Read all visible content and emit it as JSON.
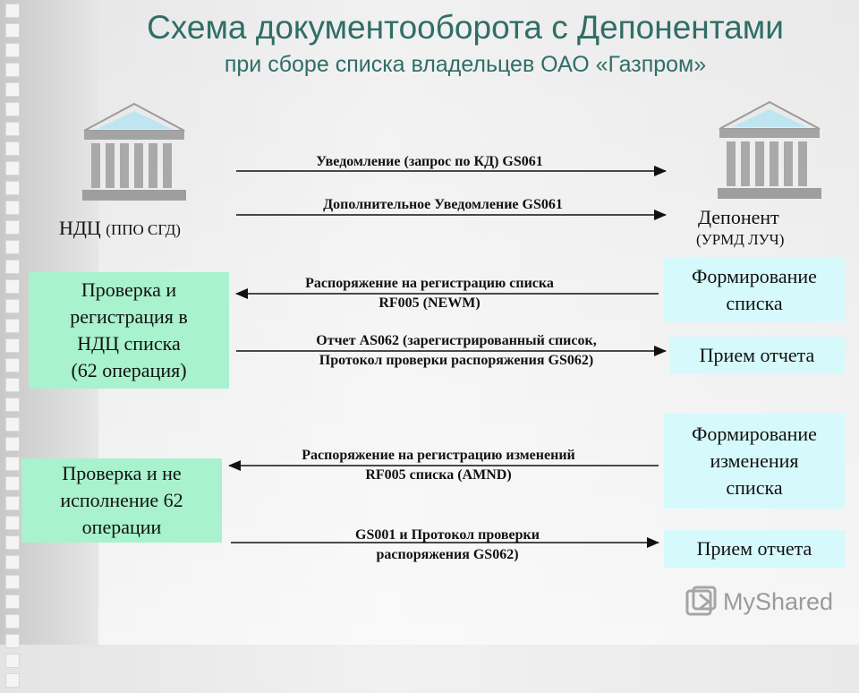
{
  "title": "Схема документооборота с Депонентами",
  "subtitle": "при сборе списка владельцев ОАО «Газпром»",
  "left_party": {
    "name": "НДЦ",
    "detail": "(ППО СГД)"
  },
  "right_party": {
    "name": "Депонент",
    "detail": "(УРМД ЛУЧ)"
  },
  "messages": {
    "m1": "Уведомление (запрос по КД) GS061",
    "m2": "Дополнительное Уведомление GS061",
    "m3_line1": "Распоряжение на регистрацию списка",
    "m3_line2": "RF005 (NEWM)",
    "m4_line1": "Отчет AS062 (зарегистрированный список,",
    "m4_line2": "Протокол проверки распоряжения GS062)",
    "m5_line1": "Распоряжение на регистрацию изменений",
    "m5_line2": "RF005 списка (AMND)",
    "m6_line1": "GS001 и Протокол проверки",
    "m6_line2": "распоряжения GS062)"
  },
  "boxes": {
    "check_register": [
      "Проверка и",
      "регистрация в",
      "НДЦ списка",
      "(62 операция)"
    ],
    "check_not_exec": [
      "Проверка и не",
      "исполнение 62",
      "операции"
    ],
    "form_list": [
      "Формирование",
      "списка"
    ],
    "receive_report_1": "Прием отчета",
    "form_changes": [
      "Формирование",
      "изменения",
      "списка"
    ],
    "receive_report_2": "Прием отчета"
  },
  "watermark": "MyShared",
  "icons": {
    "left_building": "bank-building-icon",
    "right_building": "bank-building-icon",
    "watermark_logo": "myshared-logo-icon"
  },
  "colors": {
    "title": "#2f6e66",
    "green_box": "#a8f2cd",
    "cyan_box": "#d6fafc"
  }
}
